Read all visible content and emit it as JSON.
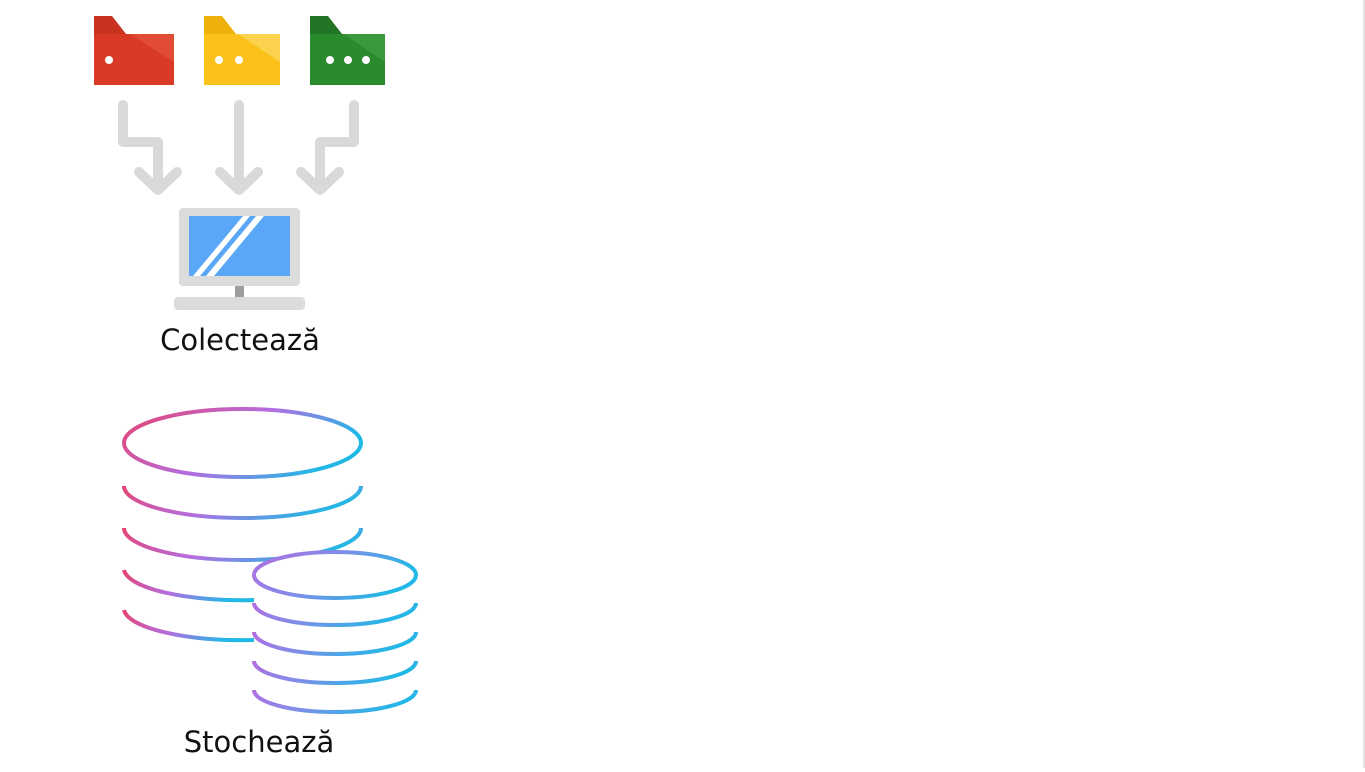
{
  "labels": {
    "collect": "Colectează",
    "store": "Stochează"
  },
  "folders": [
    {
      "name": "red-folder-icon",
      "color": "#d93a26",
      "dots": 1
    },
    {
      "name": "yellow-folder-icon",
      "color": "#f9c11a",
      "dots": 2
    },
    {
      "name": "green-folder-icon",
      "color": "#2a8a2e",
      "dots": 3
    }
  ],
  "colors": {
    "arrow": "#d9d9d9",
    "monitor_frame": "#dcdcdc",
    "monitor_screen": "#5aa6f7",
    "database_gradient": [
      "#e8426f",
      "#b36ee0",
      "#22b8e6"
    ]
  }
}
